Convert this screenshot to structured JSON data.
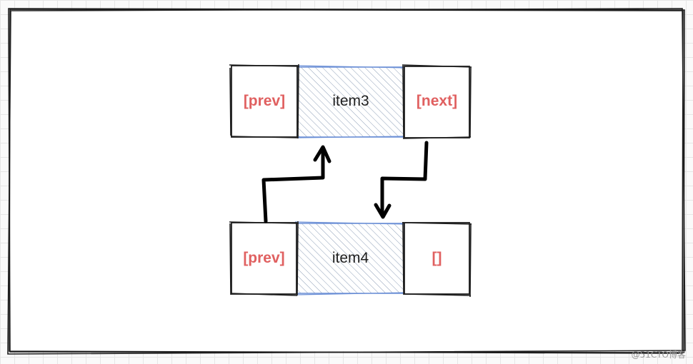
{
  "diagram": {
    "top_node": {
      "prev_label": "[prev]",
      "item_label": "item3",
      "next_label": "[next]"
    },
    "bottom_node": {
      "prev_label": "[prev]",
      "item_label": "item4",
      "next_label": "[]"
    }
  },
  "colors": {
    "pointer_text": "#e06060",
    "item_border": "#6b8fd6",
    "stroke": "#1e1e1e"
  },
  "watermark": "@51CTO博客"
}
